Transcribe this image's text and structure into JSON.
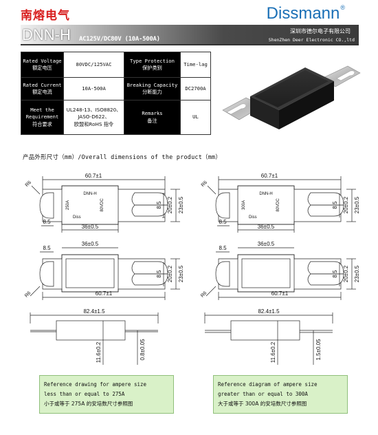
{
  "brand": {
    "cn_name": "南熔电气",
    "en_name": "Dissmann",
    "registered_mark": "®"
  },
  "header": {
    "model": "DNN-H",
    "rating": "AC125V/DC80V   (10A-500A)",
    "company_cn": "深圳市德尔电子有限公司",
    "company_en": "ShenZhen Deer Electronic CO.,ltd"
  },
  "spec_table": {
    "rows": [
      {
        "label1_en": "Rated Voltage",
        "label1_cn": "额定电压",
        "value1": "80VDC/125VAC",
        "label2_en": "Type Protection",
        "label2_cn": "保护类别",
        "value2": "Time-lag"
      },
      {
        "label1_en": "Rated Current",
        "label1_cn": "额定电流",
        "value1": "10A-500A",
        "label2_en": "Breaking Capacity",
        "label2_cn": "分断能力",
        "value2": "DC2700A"
      },
      {
        "label1_en": "Meet the Requirement",
        "label1_cn": "符合要求",
        "value1_lines": [
          "UL248-13、ISO8820、",
          "JASO-D622、",
          "欧盟和RoHS 指令"
        ],
        "label2_en": "Remarks",
        "label2_cn": "备注",
        "value2": "UL"
      }
    ]
  },
  "section": {
    "title": "产品外形尺寸（mm）/Overall dimensions of the product（mm）"
  },
  "drawings": {
    "left": {
      "dim_length": "60.7±1",
      "dim_body": "36±0.5",
      "dim_slot": "8.5",
      "dim_radius": "R6",
      "dim_height_outer": "23±0.5",
      "dim_height_inner": "20±0.2",
      "dim_total_length": "82.4±1.5",
      "dim_side_height": "11.6±0.2",
      "dim_thickness": "0.8±0.05",
      "body_label_model": "DNN-H",
      "body_label_amp": "250A",
      "body_label_volt": "80VDC",
      "body_label_brand": "Diss"
    },
    "right": {
      "dim_length": "60.7±1",
      "dim_body": "36±0.5",
      "dim_slot": "8.5",
      "dim_radius": "R6",
      "dim_height_outer": "23±0.5",
      "dim_height_inner": "20±0.2",
      "dim_total_length": "82.4±1.5",
      "dim_side_height": "11.6±0.2",
      "dim_thickness": "1.5±0.05",
      "body_label_model": "DNN-H",
      "body_label_amp": "300A",
      "body_label_volt": "80VDC",
      "body_label_brand": "Diss"
    }
  },
  "notes": {
    "left": {
      "line1": "Reference drawing for ampere size",
      "line2": "less than or equal to 275A",
      "line3": "小于或等于 275A 的安培数尺寸参照图"
    },
    "right": {
      "line1": "Reference diagram of ampere size",
      "line2": "greater than or equal to 300A",
      "line3": "大于或等于 300A 的安培数尺寸参照图"
    }
  },
  "colors": {
    "brand_cn": "#d81e1e",
    "brand_en": "#1a6fb6",
    "note_bg": "#d9f1c8"
  }
}
